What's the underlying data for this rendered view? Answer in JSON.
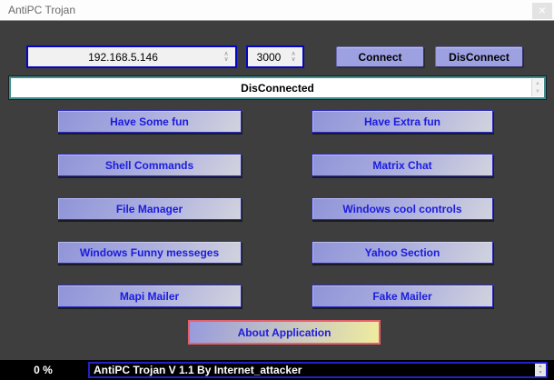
{
  "window": {
    "title": "AntiPC Trojan"
  },
  "icons": {
    "close": "✕",
    "spinner_up": "∧",
    "spinner_down": "∨",
    "arrow_up": "▲",
    "arrow_down": "▼"
  },
  "connection": {
    "ip_value": "192.168.5.146",
    "port_value": "3000",
    "connect_label": "Connect",
    "disconnect_label": "DisConnect",
    "status": "DisConnected"
  },
  "grid": {
    "buttons": [
      "Have Some fun",
      "Have Extra fun",
      "Shell Commands",
      "Matrix Chat",
      "File Manager",
      "Windows cool controls",
      "Windows Funny messeges",
      "Yahoo Section",
      "Mapi Mailer",
      "Fake Mailer"
    ]
  },
  "about": {
    "label": "About Application"
  },
  "statusbar": {
    "progress": "0 %",
    "info": "AntiPC Trojan V 1.1 By Internet_attacker"
  },
  "colors": {
    "body_bg": "#3e3e3e",
    "titlebar_bg": "#fdfdfd",
    "titlebar_text": "#696969",
    "input_border_blue": "#0505c6",
    "status_border_teal": "#3d8f8f",
    "button_lavender": "#9da1e2",
    "grid_text_blue": "#1b1be0",
    "about_border_red": "#e8606e",
    "bottombar_bg": "#000000"
  }
}
